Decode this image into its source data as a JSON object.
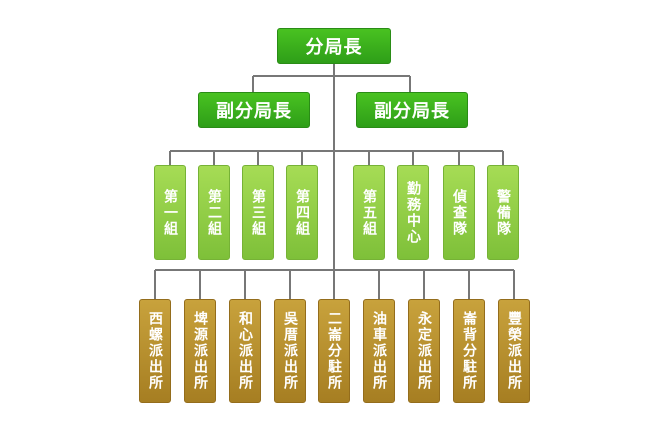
{
  "chief": {
    "label": "分局長"
  },
  "deputies": [
    {
      "label": "副分局長"
    },
    {
      "label": "副分局長"
    }
  ],
  "units": [
    {
      "label": "第一組"
    },
    {
      "label": "第二組"
    },
    {
      "label": "第三組"
    },
    {
      "label": "第四組"
    },
    {
      "label": "第五組"
    },
    {
      "label": "勤務中心"
    },
    {
      "label": "偵查隊"
    },
    {
      "label": "警備隊"
    }
  ],
  "stations": [
    {
      "label": "西螺派出所"
    },
    {
      "label": "埤源派出所"
    },
    {
      "label": "和心派出所"
    },
    {
      "label": "吳厝派出所"
    },
    {
      "label": "二崙分駐所"
    },
    {
      "label": "油車派出所"
    },
    {
      "label": "永定派出所"
    },
    {
      "label": "崙背分駐所"
    },
    {
      "label": "豐榮派出所"
    }
  ],
  "colors": {
    "leadership": "#3aae1c",
    "unit": "#8fcc45",
    "station": "#b88f2e",
    "connector": "#777777"
  }
}
